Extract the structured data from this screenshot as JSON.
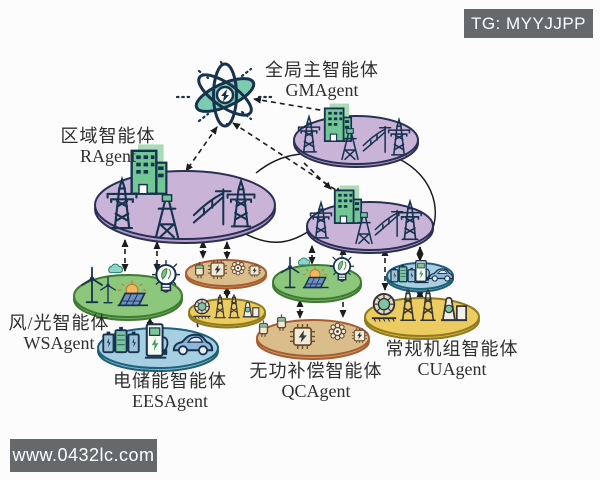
{
  "badges": {
    "tg": "TG: MYYJJPP",
    "watermark": "www.0432lc.com"
  },
  "agents": {
    "gm": {
      "zh": "全局主智能体",
      "en": "GMAgent"
    },
    "ra": {
      "zh": "区域智能体",
      "en": "RAgent"
    },
    "ws": {
      "zh": "风/光智能体",
      "en": "WSAgent"
    },
    "ees": {
      "zh": "电储能智能体",
      "en": "EESAgent"
    },
    "qc": {
      "zh": "无功补偿智能体",
      "en": "QCAgent"
    },
    "cu": {
      "zh": "常规机组智能体",
      "en": "CUAgent"
    }
  },
  "colors": {
    "region_fill": "#c9b4d8",
    "region_rim": "#b29cc6",
    "region_stroke": "#2a2f55",
    "ws_fill": "#8dc77b",
    "ws_rim": "#74ab62",
    "ws_stroke": "#3f7a33",
    "ees_fill": "#a6cfe2",
    "ees_rim": "#89bcd2",
    "ees_stroke": "#1d6079",
    "qc_fill": "#d9bd8b",
    "qc_rim": "#c6a571",
    "qc_stroke": "#a85c30",
    "cu_fill": "#eccb60",
    "cu_rim": "#d7b347",
    "cu_stroke": "#8f7a1e",
    "line": "#1c1c1c",
    "navy_outline": "#16324f",
    "badge_bg": "#66696b"
  },
  "icons": {
    "gm_core": "atom-energy-icon",
    "region": [
      "transmission-tower-icon",
      "green-building-icon",
      "a-frame-tower-icon",
      "power-line-pole-icon"
    ],
    "ws": [
      "wind-turbine-icon",
      "cloud-icon",
      "solar-panel-sun-icon",
      "lightbulb-icon"
    ],
    "ees": [
      "battery-pack-icon",
      "ev-charger-icon",
      "electric-car-icon",
      "plug-icon"
    ],
    "qc": [
      "capacitor-icon",
      "power-chip-icon",
      "gear-flower-icon"
    ],
    "cu": [
      "generator-wheel-icon",
      "lattice-tower-icon",
      "power-plant-icon"
    ]
  }
}
